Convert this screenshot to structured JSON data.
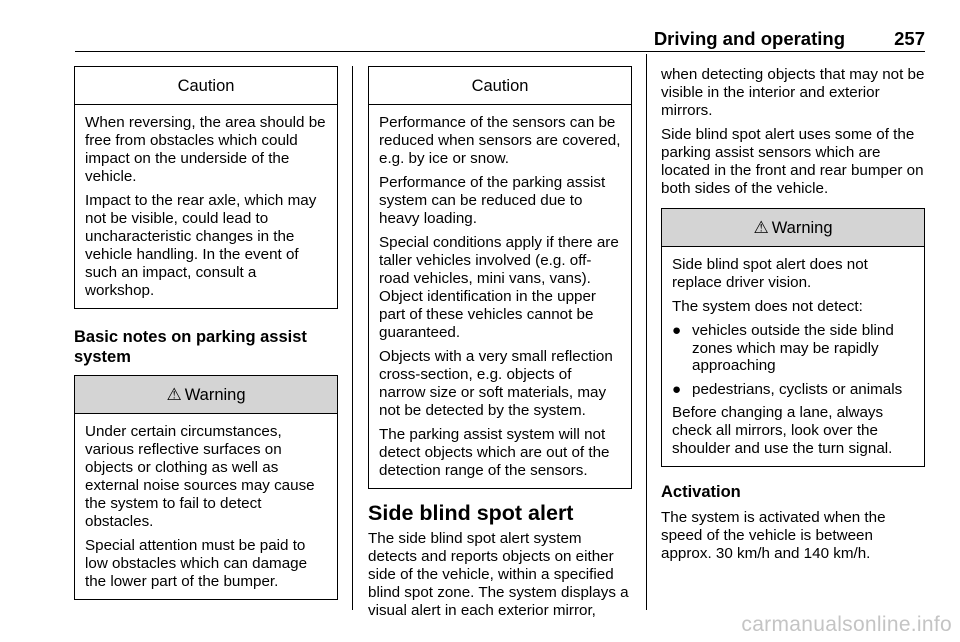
{
  "header": {
    "section": "Driving and operating",
    "page": "257"
  },
  "col1": {
    "caution_title": "Caution",
    "caution_paragraphs": [
      "When reversing, the area should be free from obstacles which could impact on the underside of the vehicle.",
      "Impact to the rear axle, which may not be visible, could lead to uncharacteristic changes in the vehicle handling. In the event of such an impact, consult a workshop."
    ],
    "subheading": "Basic notes on parking assist system",
    "warning_symbol": "⚠",
    "warning_title": "Warning",
    "warning_paragraphs": [
      "Under certain circumstances, various reflective surfaces on objects or clothing as well as external noise sources may cause the system to fail to detect obstacles.",
      "Special attention must be paid to low obstacles which can damage the lower part of the bumper."
    ]
  },
  "col2": {
    "caution_title": "Caution",
    "caution_paragraphs": [
      "Performance of the sensors can be reduced when sensors are covered, e.g. by ice or snow.",
      "Performance of the parking assist system can be reduced due to heavy loading.",
      "Special conditions apply if there are taller vehicles involved (e.g. off-road vehicles, mini vans, vans). Object identification in the upper part of these vehicles cannot be guaranteed.",
      "Objects with a very small reflection cross-section, e.g. objects of narrow size or soft materials, may not be detected by the system.",
      "The parking assist system will not detect objects which are out of the detection range of the sensors."
    ],
    "heading": "Side blind spot alert",
    "text": "The side blind spot alert system detects and reports objects on either side of the vehicle, within a specified blind spot zone. The system displays a visual alert in each exterior mirror,"
  },
  "col3": {
    "text1": "when detecting objects that may not be visible in the interior and exterior mirrors.",
    "text2": "Side blind spot alert uses some of the parking assist sensors which are located in the front and rear bumper on both sides of the vehicle.",
    "warning_symbol": "⚠",
    "warning_title": "Warning",
    "warning_p1": "Side blind spot alert does not replace driver vision.",
    "warning_p2": "The system does not detect:",
    "bullet_symbol": "●",
    "bullets": [
      "vehicles outside the side blind zones which may be rapidly approaching",
      "pedestrians, cyclists or animals"
    ],
    "warning_p3": "Before changing a lane, always check all mirrors, look over the shoulder and use the turn signal.",
    "subheading": "Activation",
    "text3": "The system is activated when the speed of the vehicle is between approx. 30 km/h and 140 km/h."
  },
  "watermark": "carmanualsonline.info"
}
